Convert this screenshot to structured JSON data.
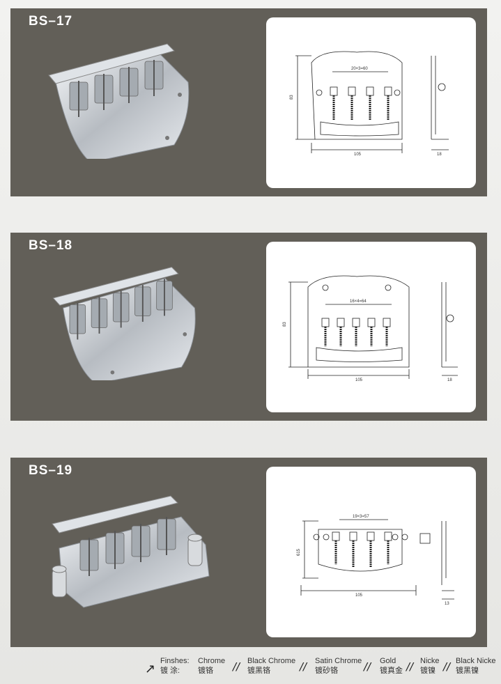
{
  "products": [
    {
      "code": "BS–17",
      "dims": {
        "spacing": "20×3=60",
        "height": "83",
        "width": "105",
        "depth": "18"
      }
    },
    {
      "code": "BS–18",
      "dims": {
        "spacing": "16×4=64",
        "height": "83",
        "width": "105",
        "depth": "18"
      }
    },
    {
      "code": "BS–19",
      "dims": {
        "spacing": "19×3=57",
        "height": "615",
        "width": "105",
        "depth": "13"
      }
    }
  ],
  "finishes": {
    "label_en": "Finshes:",
    "label_cn": "镀    涂:",
    "items": [
      {
        "en": "Chrome",
        "cn": "镀铬"
      },
      {
        "en": "Black Chrome",
        "cn": "镀黑铬"
      },
      {
        "en": "Satin Chrome",
        "cn": "镀砂铬"
      },
      {
        "en": "Gold",
        "cn": "镀真金"
      },
      {
        "en": "Nicke",
        "cn": "镀镍"
      },
      {
        "en": "Black Nicke",
        "cn": "镀黑镍"
      }
    ],
    "separator": "//"
  },
  "colors": {
    "panel": "#625f58",
    "card": "#ffffff",
    "metal": "#c9cdd2"
  }
}
